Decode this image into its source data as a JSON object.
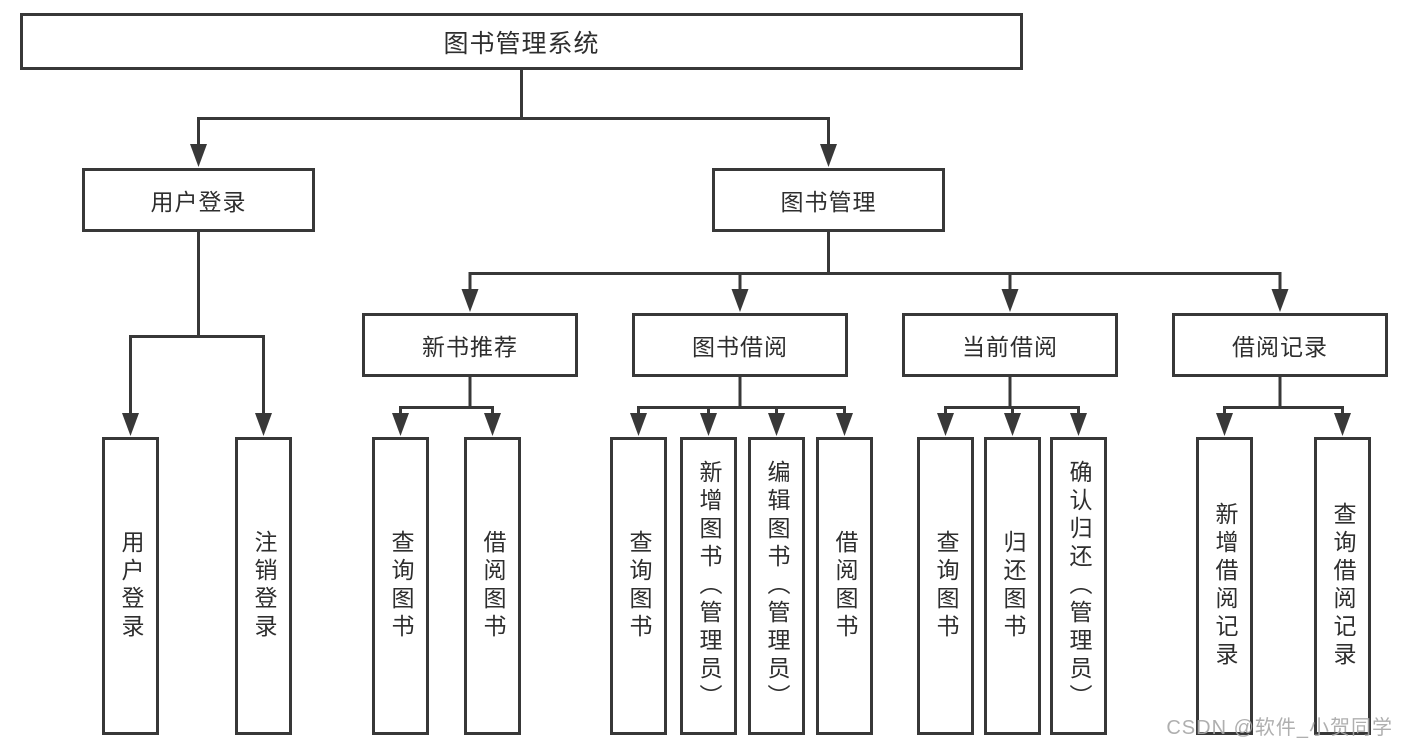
{
  "diagram": {
    "type": "hierarchy-diagram",
    "background": "#ffffff",
    "line_color": "#383838",
    "text_color": "#2e2e2e",
    "watermark": {
      "text": "CSDN @软件_小贺同学",
      "color": "#a8a8a8"
    }
  },
  "tree": {
    "root": {
      "label": "图书管理系统"
    },
    "branches": [
      {
        "label": "用户登录",
        "children": [
          {
            "label": "用户登录"
          },
          {
            "label": "注销登录"
          }
        ]
      },
      {
        "label": "图书管理",
        "sections": [
          {
            "label": "新书推荐",
            "children": [
              {
                "label": "查询图书"
              },
              {
                "label": "借阅图书"
              }
            ]
          },
          {
            "label": "图书借阅",
            "children": [
              {
                "label": "查询图书"
              },
              {
                "label": "新增图书（管理员）"
              },
              {
                "label": "编辑图书（管理员）"
              },
              {
                "label": "借阅图书"
              }
            ]
          },
          {
            "label": "当前借阅",
            "children": [
              {
                "label": "查询图书"
              },
              {
                "label": "归还图书"
              },
              {
                "label": "确认归还（管理员）"
              }
            ]
          },
          {
            "label": "借阅记录",
            "children": [
              {
                "label": "新增借阅记录"
              },
              {
                "label": "查询借阅记录"
              }
            ]
          }
        ]
      }
    ]
  }
}
